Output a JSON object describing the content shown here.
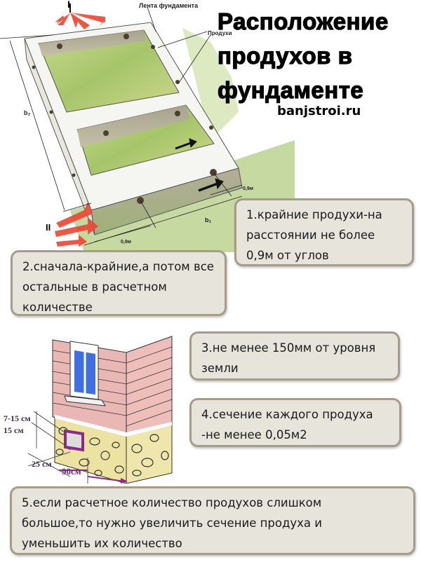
{
  "title": {
    "line1": "Расположение",
    "line2": "продухов в",
    "line3": "фундаменте"
  },
  "site": "banjstroi.ru",
  "diagram_top": {
    "labels": {
      "strip": "Лента фундамента",
      "vents": "Продухи",
      "wind1": "I",
      "wind2": "II",
      "b1": "b₁",
      "b2": "b₂",
      "dist_a": "0,9м",
      "dist_b": "0,9м"
    }
  },
  "diagram_bottom": {
    "labels": {
      "h1": "7-15 см",
      "h2": "15 см",
      "w1": "25 см",
      "w2": "90см"
    }
  },
  "notes": [
    {
      "id": 1,
      "text": "1.крайние продухи-на расстоянии не более 0,9м от углов"
    },
    {
      "id": 2,
      "text": "2.сначала-крайние,а потом все остальные в расчетном количестве"
    },
    {
      "id": 3,
      "text": "3.не менее 150мм от уровня земли"
    },
    {
      "id": 4,
      "text": "4.сечение каждого продуха -не менее 0,05м2"
    },
    {
      "id": 5,
      "text": "5.если расчетное количество продухов слишком большое,то нужно увеличить сечение продуха и уменьшить их количество"
    }
  ],
  "colors": {
    "note_bg": "#e7e4dc",
    "note_border": "#a59c8a",
    "grass": "#a8c86a",
    "concrete": "#f4f4f0",
    "pit": "#b8b49a",
    "arrow_red": "#ee4433",
    "brick": "#e8b4b0",
    "stone": "#e8e0a0",
    "dim_purple": "#8a2a8a"
  }
}
